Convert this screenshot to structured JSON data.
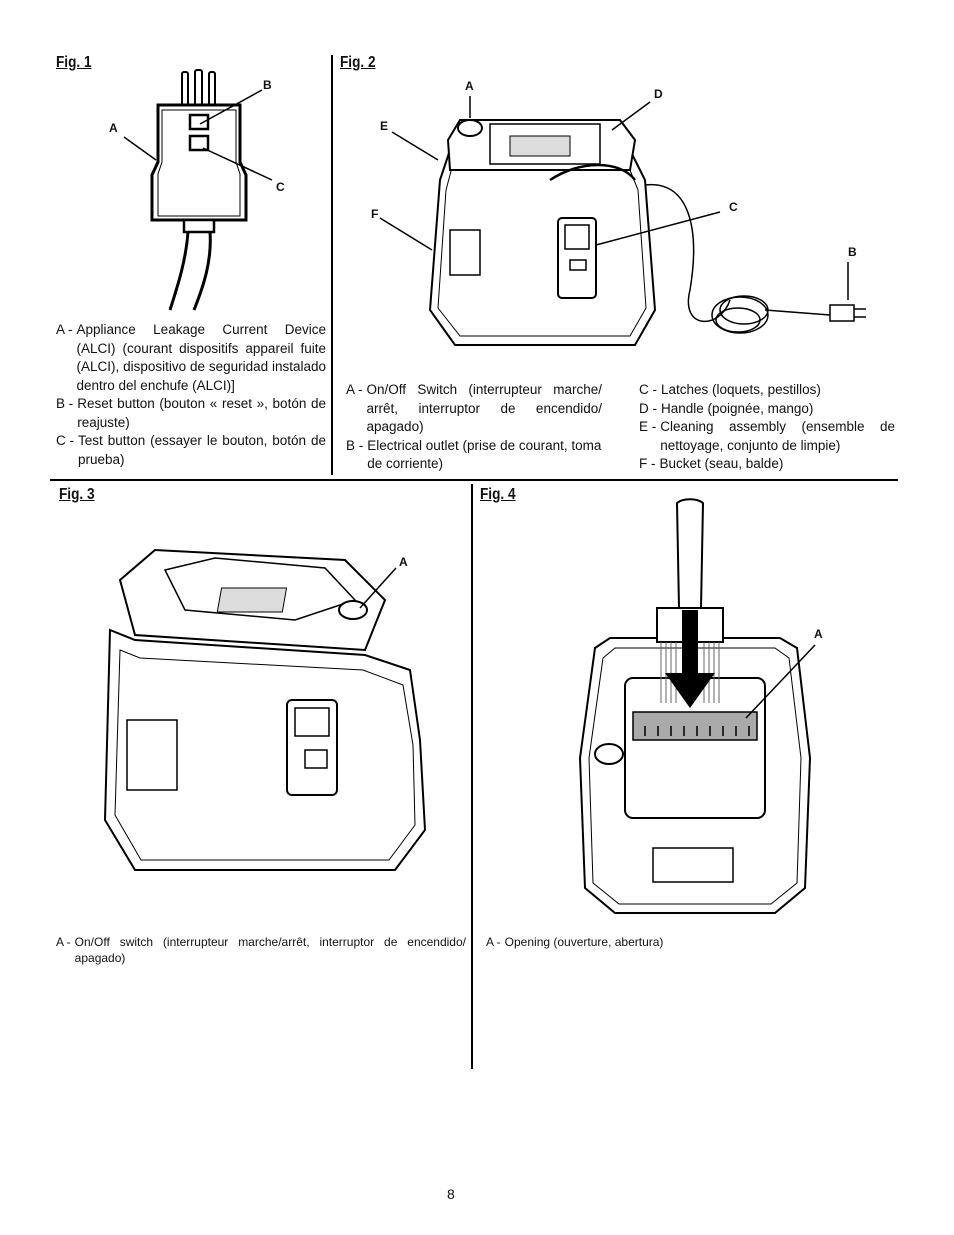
{
  "fig1": {
    "title": "Fig. 1",
    "callouts": {
      "a": "A",
      "b": "B",
      "c": "C"
    },
    "legend": [
      {
        "key": "A -",
        "text": "Appliance Leakage Current Device (ALCI) (courant dispositifs appareil fuite (ALCI), dispositivo de seguridad instalado dentro del enchufe (ALCI)]"
      },
      {
        "key": "B -",
        "text": "Reset button (bouton « reset », botón de reajuste)"
      },
      {
        "key": "C -",
        "text": "Test button (essayer le bouton, botón de prueba)"
      }
    ]
  },
  "fig2": {
    "title": "Fig. 2",
    "callouts": {
      "a": "A",
      "b": "B",
      "c": "C",
      "d": "D",
      "e": "E",
      "f": "F"
    },
    "legend_left": [
      {
        "key": "A -",
        "text": "On/Off Switch (interrupteur marche/ arrêt, interruptor de encendido/ apagado)"
      },
      {
        "key": "B -",
        "text": "Electrical outlet (prise de courant, toma de corriente)"
      }
    ],
    "legend_right": [
      {
        "key": "C -",
        "text": "Latches (loquets, pestillos)"
      },
      {
        "key": "D -",
        "text": "Handle (poignée, mango)"
      },
      {
        "key": "E -",
        "text": "Cleaning assembly (ensemble de nettoyage, conjunto de limpie)"
      },
      {
        "key": "F -",
        "text": "Bucket (seau, balde)"
      }
    ]
  },
  "fig3": {
    "title": "Fig. 3",
    "callouts": {
      "a": "A"
    },
    "legend": [
      {
        "key": "A -",
        "text": "On/Off switch (interrupteur marche/arrêt, interruptor de encendido/ apagado)"
      }
    ]
  },
  "fig4": {
    "title": "Fig. 4",
    "callouts": {
      "a": "A"
    },
    "legend": [
      {
        "key": "A -",
        "text": "Opening (ouverture, abertura)"
      }
    ]
  },
  "page_number": "8"
}
